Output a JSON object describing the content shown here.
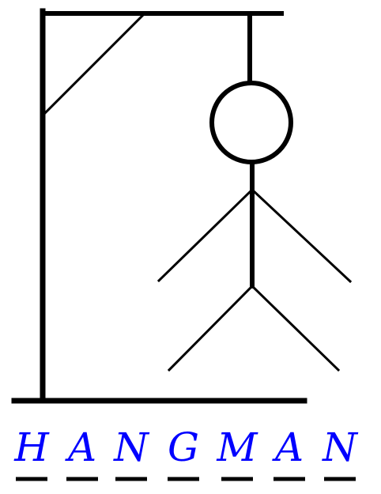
{
  "game": {
    "word": [
      "H",
      "A",
      "N",
      "G",
      "M",
      "A",
      "N"
    ],
    "revealed": [
      true,
      true,
      true,
      true,
      true,
      true,
      true
    ],
    "wrong_guesses": 6,
    "max_wrong_guesses": 6,
    "hangman_parts_shown": [
      "head",
      "body",
      "left-arm",
      "right-arm",
      "left-leg",
      "right-leg"
    ]
  },
  "colors": {
    "ink": "#000000",
    "letters": "#0000ff",
    "blanks": "#000000",
    "background": "#ffffff"
  }
}
